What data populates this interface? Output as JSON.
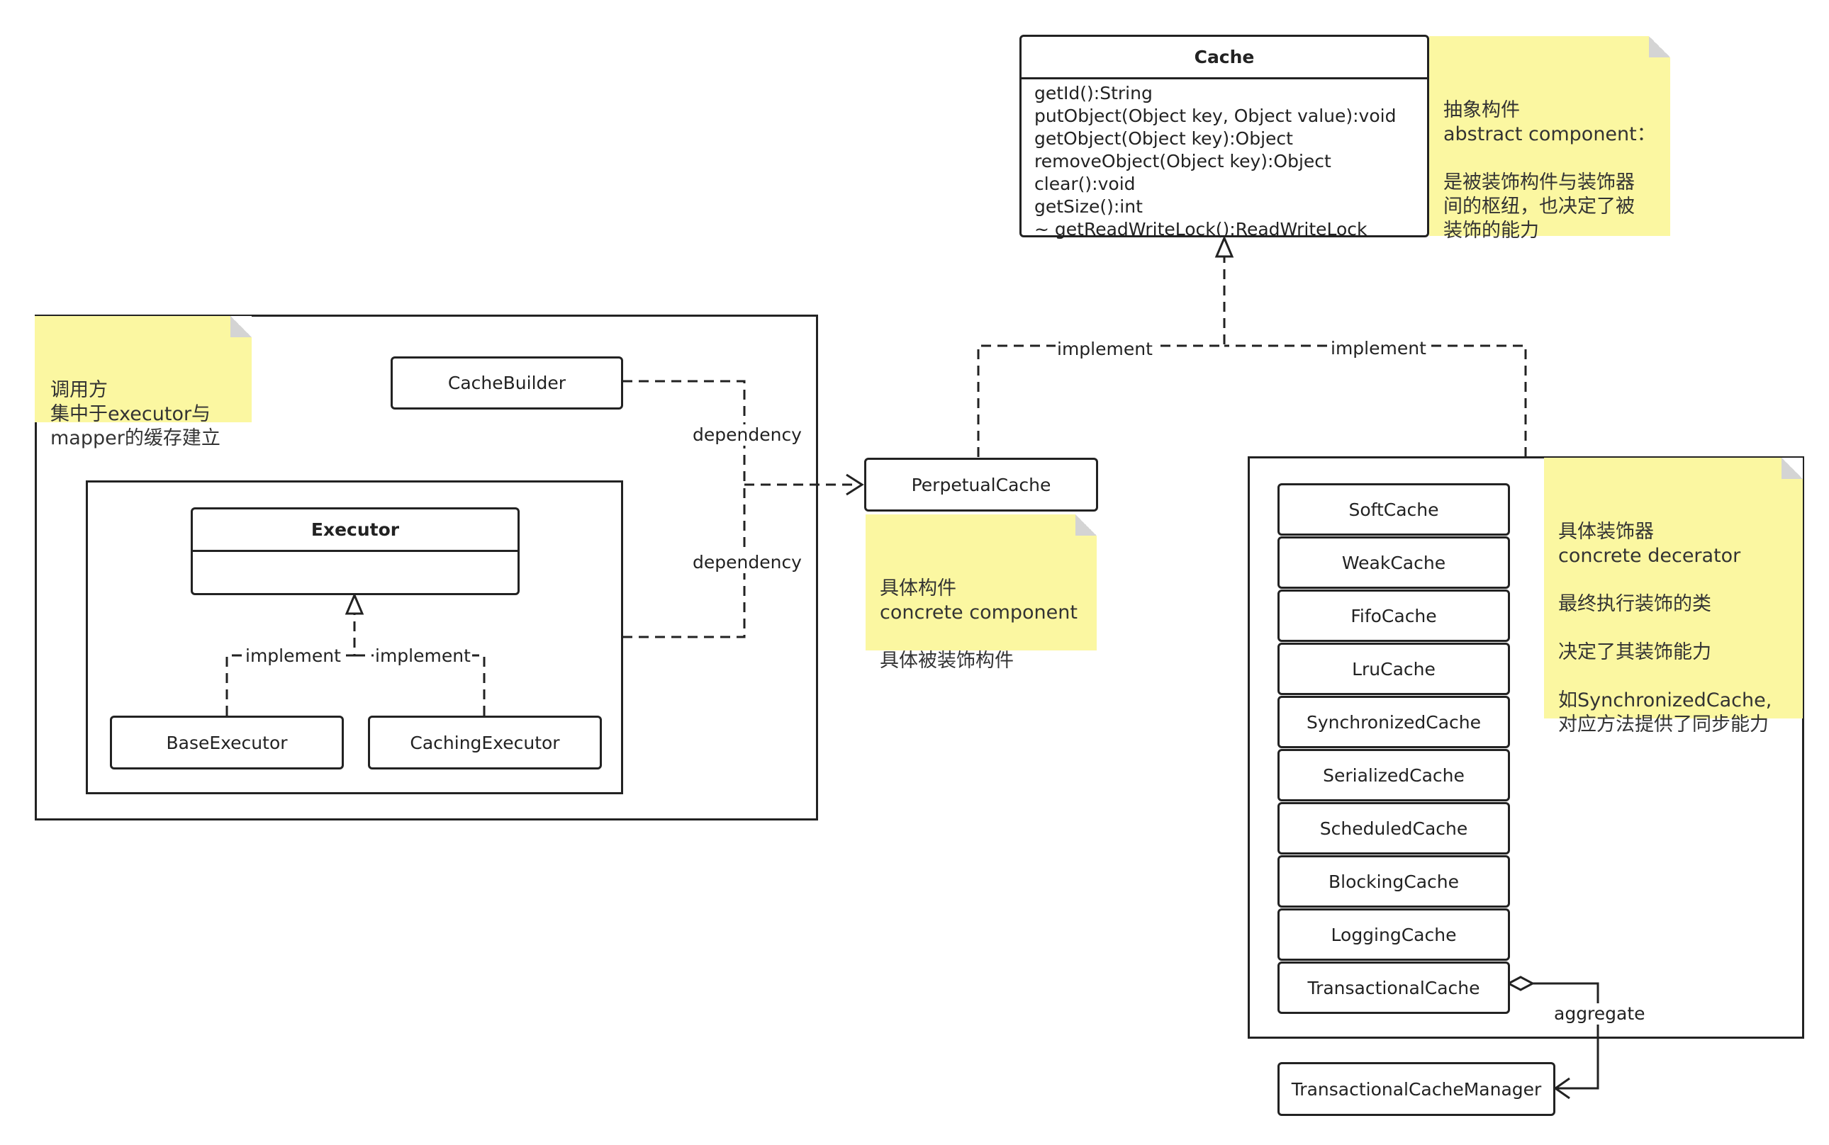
{
  "cache_interface": {
    "title": "Cache",
    "methods": [
      "getId():String",
      "putObject(Object key, Object value):void",
      "getObject(Object key):Object",
      "removeObject(Object key):Object",
      "clear():void",
      "getSize():int",
      "~ getReadWriteLock():ReadWriteLock"
    ]
  },
  "notes": {
    "abstract_component": "抽象构件\nabstract component：\n\n是被装饰构件与装饰器\n间的枢纽，也决定了被\n装饰的能力",
    "caller": "调用方\n集中于executor与\nmapper的缓存建立",
    "concrete_component": "具体构件\nconcrete component\n\n具体被装饰构件",
    "concrete_decorator": "具体装饰器\nconcrete decerator\n\n最终执行装饰的类\n\n决定了其装饰能力\n\n如SynchronizedCache,\n对应方法提供了同步能力"
  },
  "caller": {
    "cache_builder": "CacheBuilder",
    "executor": {
      "title": "Executor"
    },
    "base_executor": "BaseExecutor",
    "caching_executor": "CachingExecutor"
  },
  "perpetual_cache": "PerpetualCache",
  "decorators": [
    "SoftCache",
    "WeakCache",
    "FifoCache",
    "LruCache",
    "SynchronizedCache",
    "SerializedCache",
    "ScheduledCache",
    "BlockingCache",
    "LoggingCache",
    "TransactionalCache"
  ],
  "transactional_cache_manager": "TransactionalCacheManager",
  "edge_labels": {
    "implement_left": "implement",
    "implement_right": "implement",
    "executor_implement_left": "implement",
    "executor_implement_right": "implement",
    "dependency_top": "dependency",
    "dependency_bottom": "dependency",
    "aggregate": "aggregate"
  }
}
